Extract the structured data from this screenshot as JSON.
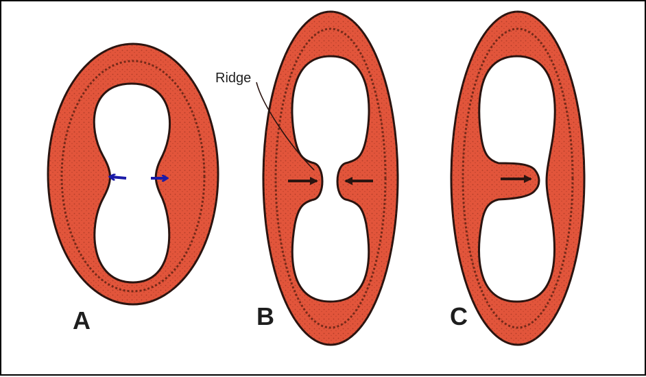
{
  "figure": {
    "panels": [
      {
        "label": "A",
        "arrows": "blue-arrows-outward"
      },
      {
        "label": "B",
        "arrows": "black-arrows-inward"
      },
      {
        "label": "C",
        "arrows": "black-arrow-rightward"
      }
    ],
    "annotation": {
      "text": "Ridge"
    },
    "colors": {
      "tissue": "#e2553b",
      "tissue_dark": "#b8361f",
      "outline": "#2a1410",
      "lumen": "#ffffff",
      "blue_arrow": "#1a1aa8",
      "black_arrow": "#2a1410"
    }
  }
}
